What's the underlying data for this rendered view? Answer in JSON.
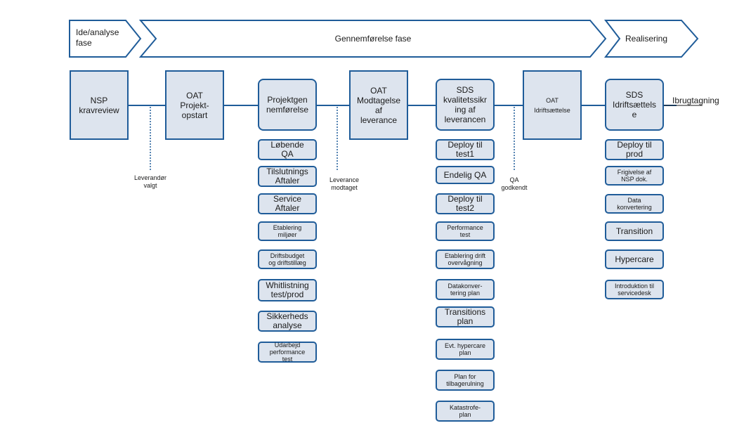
{
  "phases": {
    "ide": "Ide/analyse\nfase",
    "gennemforelse": "Gennemførelse fase",
    "realisering": "Realisering"
  },
  "main_boxes": {
    "nsp": "NSP\nkravreview",
    "oat_projekt": "OAT\nProjekt-\nopstart",
    "projektgennemforelse": "Projektgen\nnemførelse",
    "oat_modtagelse": "OAT\nModtagelse\naf\nleverance",
    "sds_kvalitet": "SDS\nkvalitetssikr\ning af\nleverancen",
    "oat_idrift": "OAT\nIdriftsættelse",
    "sds_idrift": "SDS\nIdriftsættels\ne"
  },
  "end_label": "Ibrugtagning",
  "notes": {
    "leverandor": "Leverandør\nvalgt",
    "leverance": "Leverance\nmodtaget",
    "qa": "QA\ngodkendt"
  },
  "col_projekt": [
    "Løbende\nQA",
    "Tilslutnings\nAftaler",
    "Service\nAftaler",
    "Etablering\nmiljøer",
    "Driftsbudget\nog driftstillæg",
    "Whitlistning\ntest/prod",
    "Sikkerheds\nanalyse",
    "Udarbejd\nperformance\ntest"
  ],
  "col_sds": [
    "Deploy til\ntest1",
    "Endelig QA",
    "Deploy til\ntest2",
    "Performance\ntest",
    "Etablering drift\novervågning",
    "Datakonver-\ntering plan",
    "Transitions\nplan",
    "Evt. hypercare\nplan",
    "Plan for\ntilbagerulning",
    "Katastrofe-\nplan"
  ],
  "col_idrift": [
    "Deploy til\nprod",
    "Frigivelse af\nNSP dok.",
    "Data\nkonvertering",
    "Transition",
    "Hypercare",
    "Introduktion til\nservicedesk"
  ],
  "colors": {
    "border": "#1f5c99",
    "fill": "#dde4ee"
  }
}
